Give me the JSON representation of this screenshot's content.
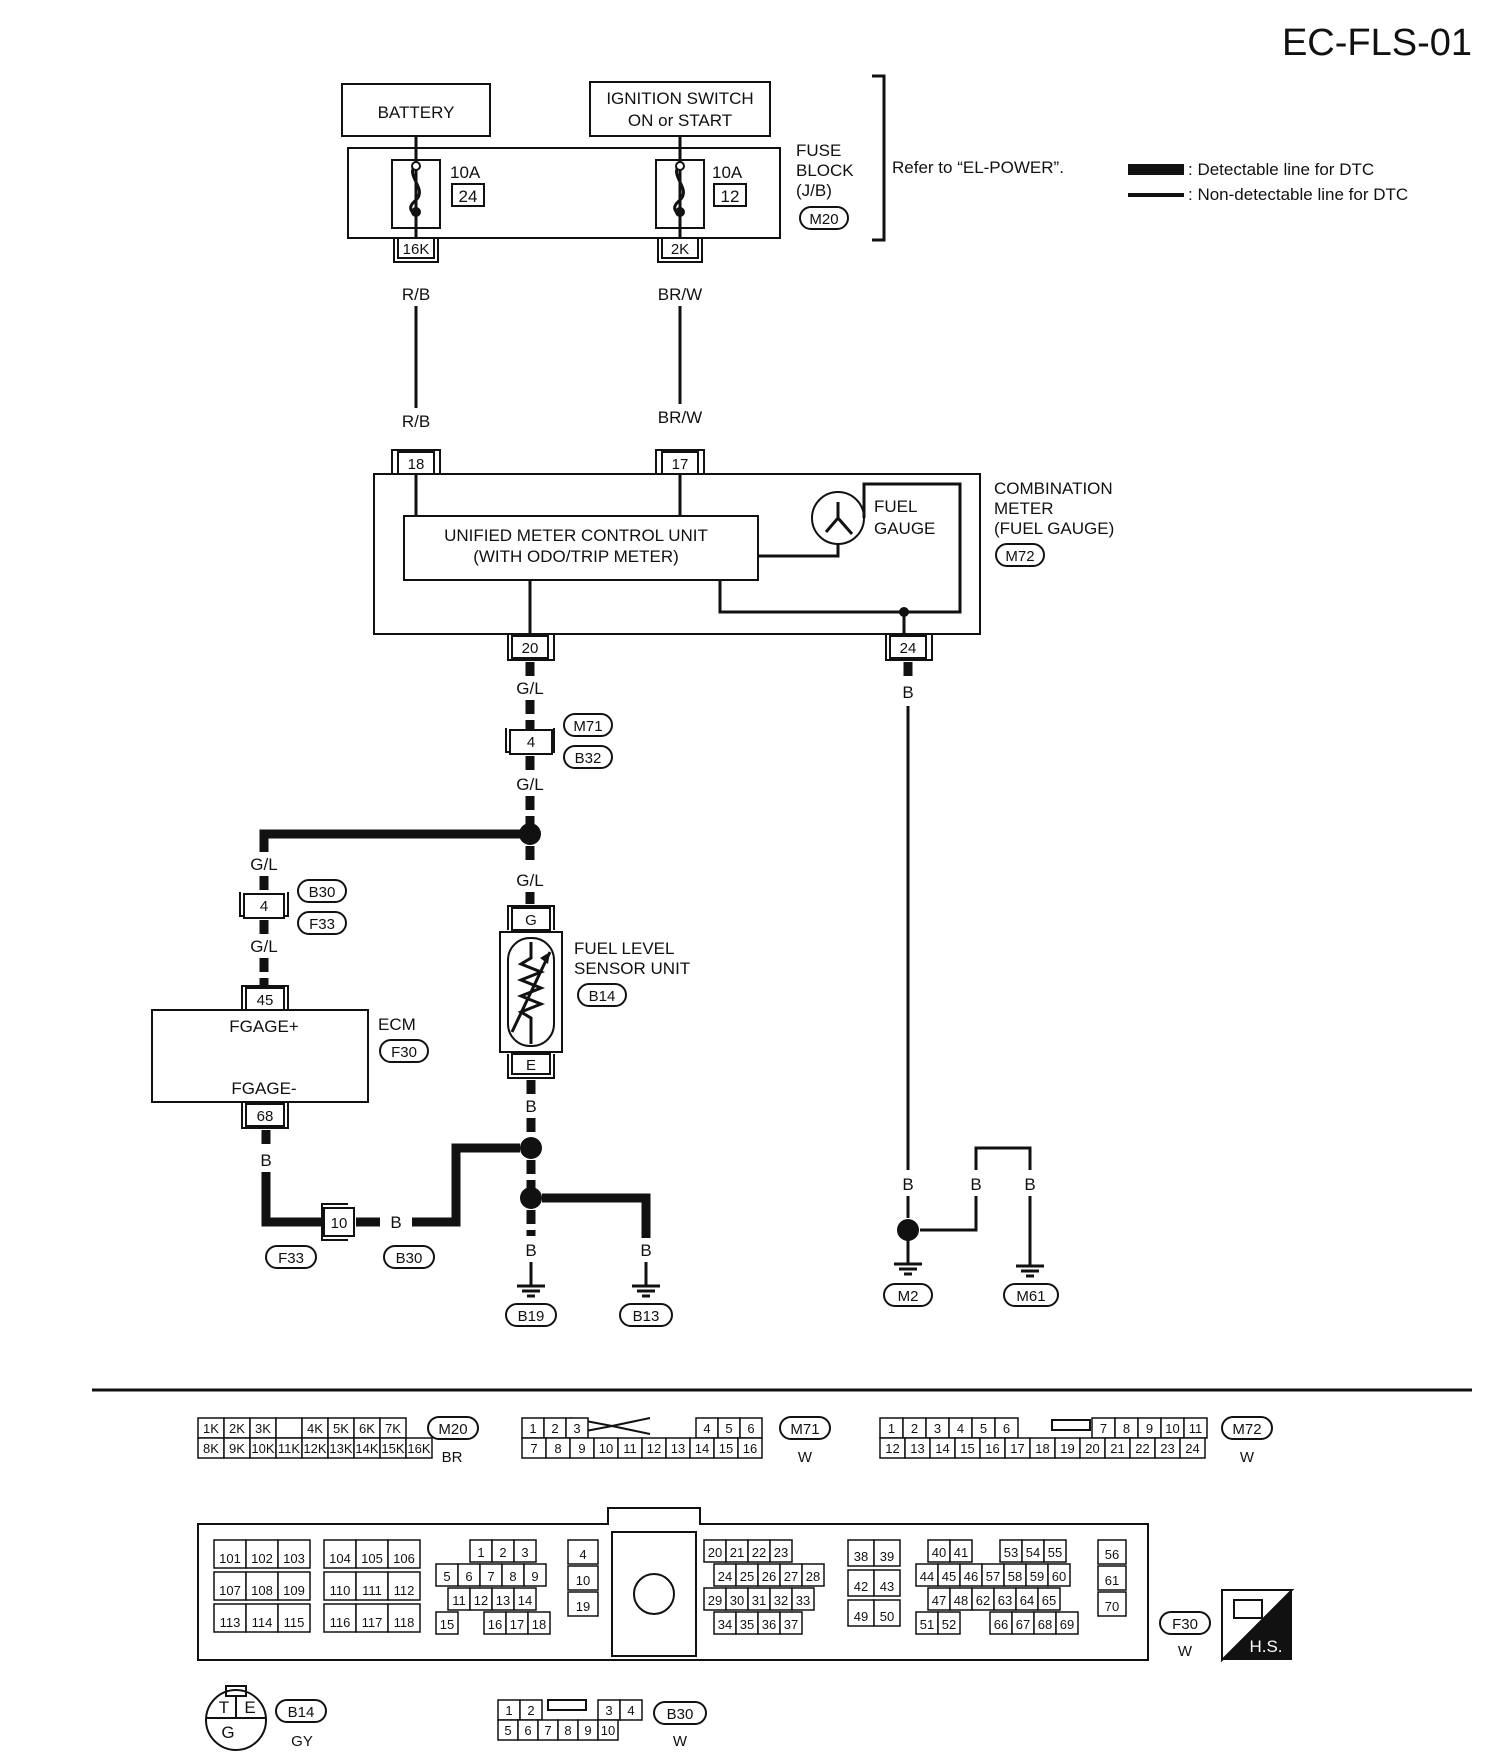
{
  "page_code": "EC-FLS-01",
  "battery": "BATTERY",
  "ignition": {
    "line1": "IGNITION SWITCH",
    "line2": "ON or START"
  },
  "fuse_block": {
    "line1": "FUSE",
    "line2": "BLOCK",
    "line3": "(J/B)",
    "conn": "M20"
  },
  "fuses": [
    {
      "amp": "10A",
      "num": "24",
      "term": "16K"
    },
    {
      "amp": "10A",
      "num": "12",
      "term": "2K"
    }
  ],
  "refer": "Refer to “EL-POWER”.",
  "legend": {
    "detectable": ": Detectable line for DTC",
    "non_detectable": ": Non-detectable line for DTC"
  },
  "wires": {
    "rb": "R/B",
    "brw": "BR/W",
    "gl": "G/L",
    "b": "B"
  },
  "meter_terms": {
    "t18": "18",
    "t17": "17",
    "t20": "20",
    "t24": "24"
  },
  "combination_meter": {
    "line1": "COMBINATION",
    "line2": "METER",
    "line3": "(FUEL GAUGE)",
    "conn": "M72"
  },
  "unified": {
    "line1": "UNIFIED METER CONTROL UNIT",
    "line2": "(WITH ODO/TRIP METER)"
  },
  "fuel_gauge": {
    "line1": "FUEL",
    "line2": "GAUGE"
  },
  "joint1": {
    "pin": "4",
    "conn_top": "M71",
    "conn_bot": "B32"
  },
  "joint2": {
    "pin": "4",
    "conn_top": "B30",
    "conn_bot": "F33"
  },
  "ecm": {
    "name": "ECM",
    "conn": "F30",
    "plus": "FGAGE+",
    "minus": "FGAGE-",
    "t45": "45",
    "t68": "68"
  },
  "sensor": {
    "line1": "FUEL LEVEL",
    "line2": "SENSOR UNIT",
    "conn": "B14",
    "g": "G",
    "e": "E"
  },
  "joint3": {
    "pin": "10",
    "conn_left": "F33",
    "conn_right": "B30"
  },
  "grounds": [
    "B19",
    "B13",
    "M2",
    "M61"
  ],
  "connector_views": {
    "m20": {
      "id": "M20",
      "color": "BR",
      "row1": [
        "1K",
        "2K",
        "3K",
        "",
        "4K",
        "5K",
        "6K",
        "7K"
      ],
      "row2": [
        "8K",
        "9K",
        "10K",
        "11K",
        "12K",
        "13K",
        "14K",
        "15K",
        "16K"
      ]
    },
    "m71": {
      "id": "M71",
      "color": "W",
      "row1a": [
        "1",
        "2",
        "3"
      ],
      "row1b": [
        "4",
        "5",
        "6"
      ],
      "row2": [
        "7",
        "8",
        "9",
        "10",
        "11",
        "12",
        "13",
        "14",
        "15",
        "16"
      ]
    },
    "m72": {
      "id": "M72",
      "color": "W",
      "row1a": [
        "1",
        "2",
        "3",
        "4",
        "5",
        "6"
      ],
      "row1b": [
        "7",
        "8",
        "9",
        "10",
        "11"
      ],
      "row2": [
        "12",
        "13",
        "14",
        "15",
        "16",
        "17",
        "18",
        "19",
        "20",
        "21",
        "22",
        "23",
        "24"
      ]
    },
    "f30": {
      "id": "F30",
      "color": "W",
      "hs": "H.S.",
      "g1": [
        [
          "101",
          "102",
          "103"
        ],
        [
          "107",
          "108",
          "109"
        ],
        [
          "113",
          "114",
          "115"
        ]
      ],
      "g2": [
        [
          "104",
          "105",
          "106"
        ],
        [
          "110",
          "111",
          "112"
        ],
        [
          "116",
          "117",
          "118"
        ]
      ],
      "g3r1": [
        "1",
        "2",
        "3"
      ],
      "g3r2": [
        "5",
        "6",
        "7",
        "8",
        "9"
      ],
      "g3r3": [
        "11",
        "12",
        "13",
        "14"
      ],
      "g3r4a": [
        "15"
      ],
      "g3r4b": [
        "16",
        "17",
        "18"
      ],
      "g4": [
        "4",
        "10",
        "19"
      ],
      "g5r1": [
        "20",
        "21",
        "22",
        "23"
      ],
      "g5r2": [
        "24",
        "25",
        "26",
        "27",
        "28"
      ],
      "g5r3": [
        "29",
        "30",
        "31",
        "32",
        "33"
      ],
      "g5r4": [
        "34",
        "35",
        "36",
        "37"
      ],
      "g6": [
        [
          "38",
          "39"
        ],
        [
          "42",
          "43"
        ],
        [
          "49",
          "50"
        ]
      ],
      "g7r1a": [
        "40",
        "41"
      ],
      "g7r1b": [
        "53",
        "54",
        "55"
      ],
      "g7r2": [
        "44",
        "45",
        "46",
        "57",
        "58",
        "59",
        "60"
      ],
      "g7r3": [
        "47",
        "48",
        "62",
        "63",
        "64",
        "65"
      ],
      "g7r4a": [
        "51",
        "52"
      ],
      "g7r4b": [
        "66",
        "67",
        "68",
        "69"
      ],
      "g8": [
        "56",
        "61",
        "70"
      ]
    },
    "b14": {
      "id": "B14",
      "color": "GY",
      "pins": [
        "T",
        "E",
        "G"
      ]
    },
    "b30": {
      "id": "B30",
      "color": "W",
      "row1a": [
        "1",
        "2"
      ],
      "row1b": [
        "3",
        "4"
      ],
      "row2": [
        "5",
        "6",
        "7",
        "8",
        "9",
        "10"
      ]
    }
  }
}
